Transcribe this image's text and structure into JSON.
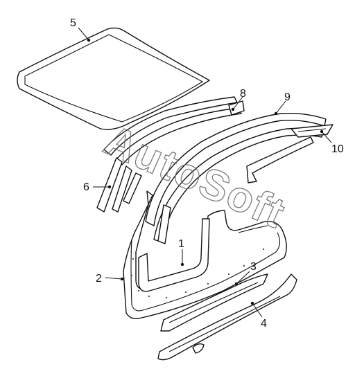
{
  "watermark": "AutoSoft",
  "callouts": [
    {
      "id": "1",
      "label": "1"
    },
    {
      "id": "2",
      "label": "2"
    },
    {
      "id": "3",
      "label": "3"
    },
    {
      "id": "4",
      "label": "4"
    },
    {
      "id": "5",
      "label": "5"
    },
    {
      "id": "6",
      "label": "6"
    },
    {
      "id": "8",
      "label": "8"
    },
    {
      "id": "9",
      "label": "9"
    },
    {
      "id": "10",
      "label": "10"
    }
  ]
}
